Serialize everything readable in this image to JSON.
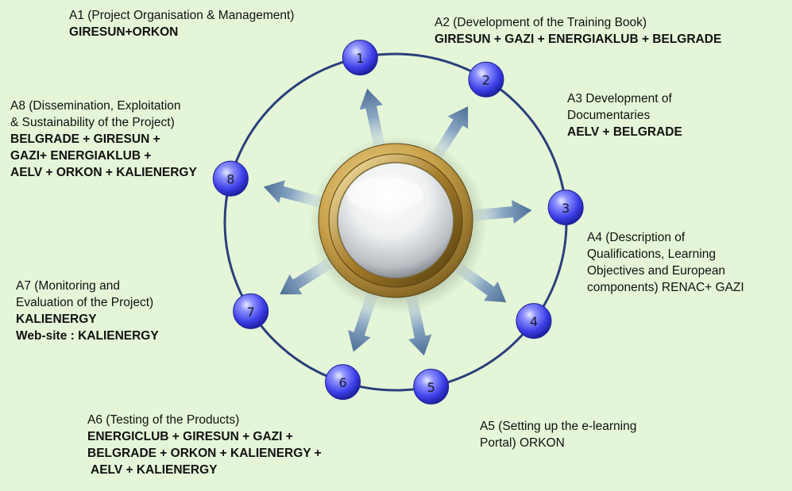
{
  "activities": [
    {
      "number": "1",
      "lines": [
        "A1 (Project Organisation & Management)"
      ],
      "partners": [
        "GIRESUN+ORKON"
      ]
    },
    {
      "number": "2",
      "lines": [
        "A2 (Development of the Training Book)"
      ],
      "partners": [
        "GIRESUN + GAZI + ENERGIAKLUB + BELGRADE"
      ]
    },
    {
      "number": "3",
      "lines": [
        "A3 Development of",
        "Documentaries"
      ],
      "partners": [
        "AELV + BELGRADE"
      ]
    },
    {
      "number": "4",
      "lines": [
        "A4 (Description of",
        "Qualifications, Learning",
        "Objectives and European",
        "components) RENAC+ GAZI"
      ],
      "partners": []
    },
    {
      "number": "5",
      "lines": [
        "A5 (Setting up the e-learning",
        "Portal) ORKON"
      ],
      "partners": []
    },
    {
      "number": "6",
      "lines": [
        "A6 (Testing of the Products)"
      ],
      "partners": [
        "ENERGICLUB + GIRESUN + GAZI +",
        "BELGRADE + ORKON + KALIENERGY +",
        "AELV + KALIENERGY"
      ]
    },
    {
      "number": "7",
      "lines": [
        "A7 (Monitoring and",
        "Evaluation of the Project)"
      ],
      "partners": [
        "KALIENERGY",
        "Web-site : KALIENERGY"
      ]
    },
    {
      "number": "8",
      "lines": [
        "A8 (Dissemination, Exploitation",
        "& Sustainability of the Project)"
      ],
      "partners": [
        "BELGRADE + GIRESUN +",
        "GAZI+ ENERGIAKLUB +",
        "AELV + ORKON + KALIENERGY"
      ]
    }
  ],
  "colors": {
    "background": "#e5f6d8",
    "ring": "#2a3f7a",
    "node": "#3a3ee6",
    "arrow": "#5d7fa6",
    "hub_gold": "#c9a24a"
  }
}
